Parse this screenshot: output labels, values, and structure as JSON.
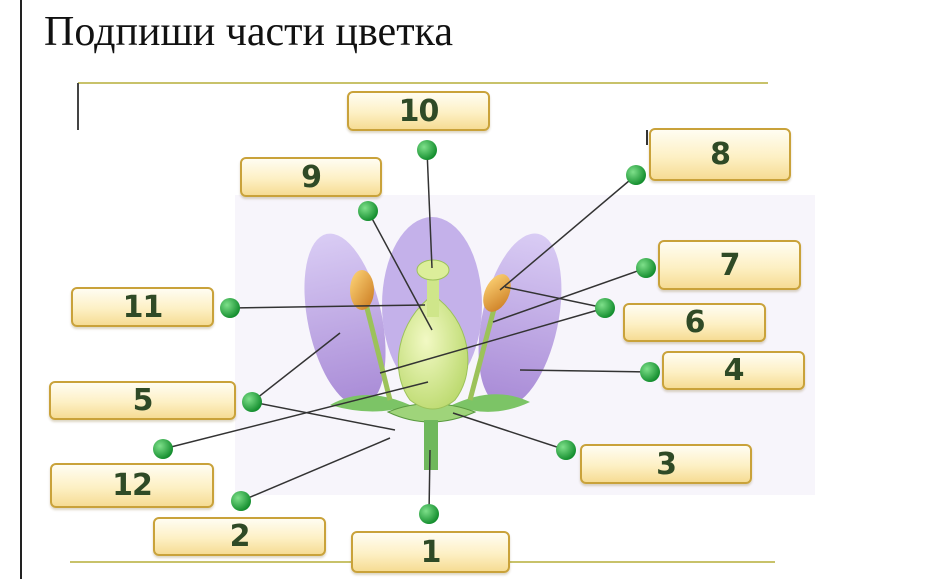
{
  "title": "Подпиши части цветка",
  "labels": {
    "l1": "1",
    "l2": "2",
    "l3": "3",
    "l4": "4",
    "l5": "5",
    "l6": "6",
    "l7": "7",
    "l8": "8",
    "l9": "9",
    "l10": "10",
    "l11": "11",
    "l12": "12"
  },
  "colors": {
    "petal": "#c9b6ec",
    "pistil": "#cfe68a",
    "anther": "#e6a334",
    "leaf": "#6fb85c",
    "pin": "#1fa63a",
    "label_border": "#c9a23a",
    "label_text": "#2f4a26"
  }
}
